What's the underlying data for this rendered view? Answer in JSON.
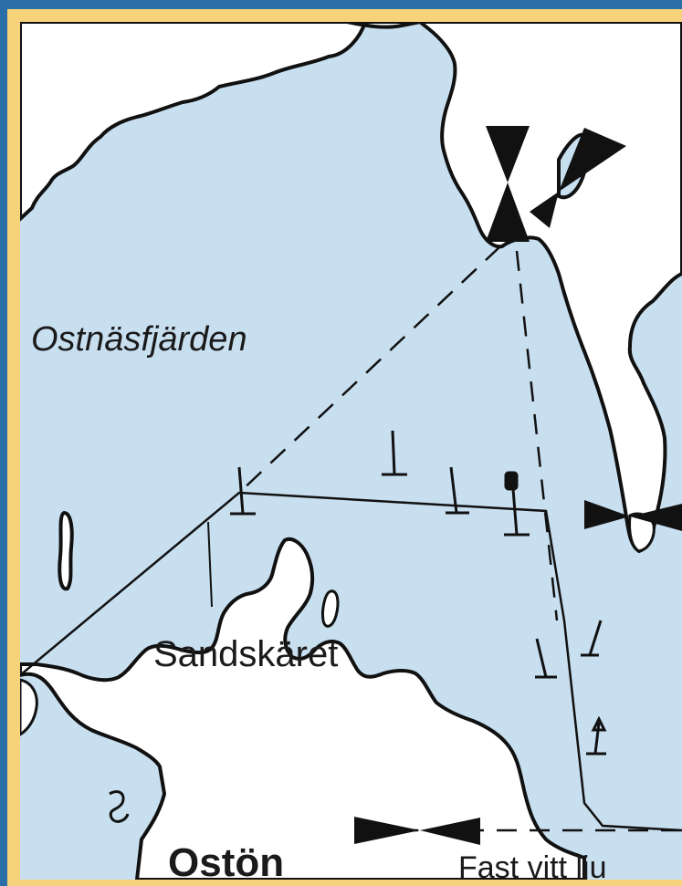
{
  "colors": {
    "frame": "#f6d27a",
    "water": "#c8dff0",
    "land": "#ffffff",
    "ink": "#111111",
    "outer_sea": "#2a6fa8"
  },
  "labels": {
    "bay": "Ostnäsfjärden",
    "skerry": "Sandskäret",
    "island": "Ostön",
    "light_note": "Fast vitt lju"
  },
  "symbols": [
    "sector-light-icon",
    "beacon-icon",
    "buoy-icon",
    "leading-line"
  ]
}
